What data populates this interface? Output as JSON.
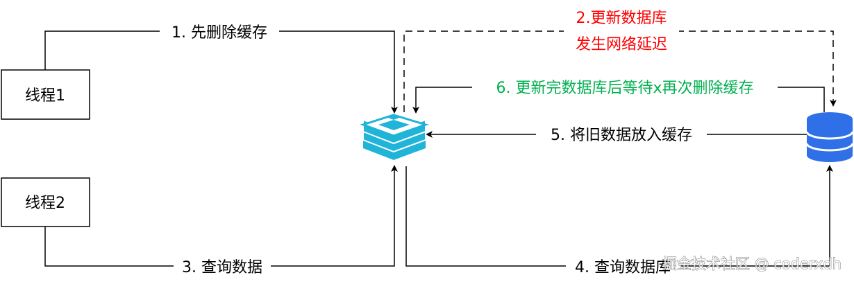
{
  "nodes": {
    "thread1": "线程1",
    "thread2": "线程2"
  },
  "edges": {
    "step1": "1. 先删除缓存",
    "step2_line1": "2.更新数据库",
    "step2_line2": "发生网络延迟",
    "step3": "3. 查询数据",
    "step4": "4. 查询数据库",
    "step5": "5. 将旧数据放入缓存",
    "step6": "6. 更新完数据库后等待x再次删除缓存"
  },
  "icons": {
    "cache": "redis-cache-icon",
    "database": "database-icon"
  },
  "colors": {
    "line": "#000000",
    "step2": "#ff0000",
    "step6": "#00b050",
    "cache_icon": "#1fb4d8",
    "database_icon": "#2f6fe8"
  },
  "watermark": "掘金技术社区 @ coderxdh"
}
